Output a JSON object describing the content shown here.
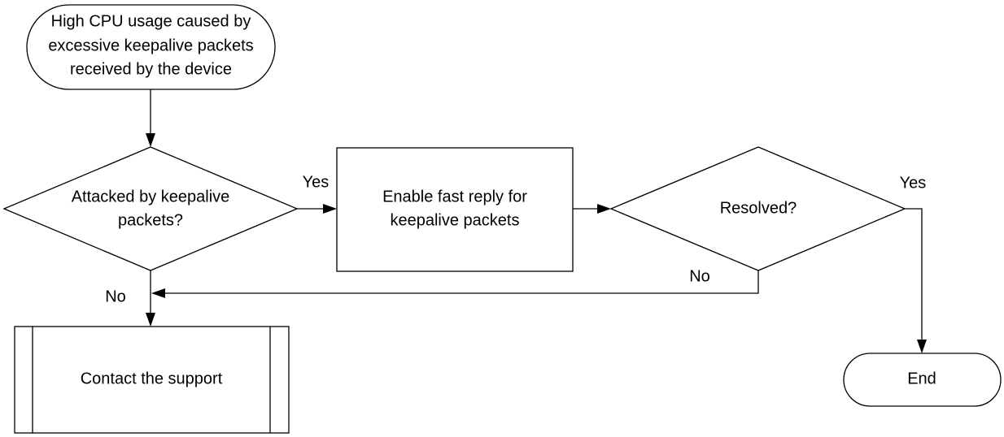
{
  "nodes": {
    "start": {
      "lines": [
        "High CPU usage caused by",
        "excessive keepalive packets",
        "received by the device"
      ]
    },
    "decision_attack": {
      "lines": [
        "Attacked by keepalive",
        "packets?"
      ]
    },
    "process_fast_reply": {
      "lines": [
        "Enable fast reply for",
        "keepalive packets"
      ]
    },
    "decision_resolved": {
      "lines": [
        "Resolved?"
      ]
    },
    "support": {
      "lines": [
        "Contact the support"
      ]
    },
    "end": {
      "lines": [
        "End"
      ]
    }
  },
  "edges": {
    "attack_yes": "Yes",
    "attack_no": "No",
    "resolved_yes": "Yes",
    "resolved_no": "No"
  },
  "colors": {
    "stroke": "#000000",
    "fill": "#ffffff",
    "text": "#000000"
  }
}
